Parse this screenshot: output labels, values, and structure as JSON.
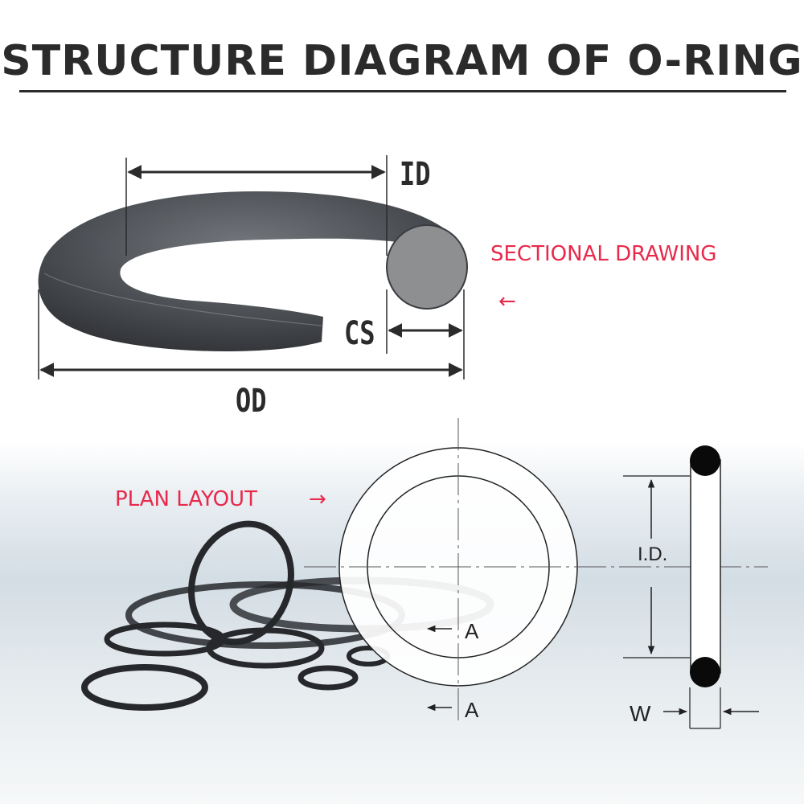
{
  "title": "STRUCTURE DIAGRAM OF O-RING",
  "sectional": {
    "id_label": "ID",
    "cs_label": "CS",
    "od_label": "OD",
    "callout": "SECTIONAL DRAWING",
    "callout_arrow": "←"
  },
  "plan": {
    "callout": "PLAN LAYOUT",
    "callout_arrow": "→",
    "id_label": "I.D.",
    "section_label_1": "A",
    "section_label_2": "A",
    "width_label": "W"
  },
  "colors": {
    "accent": "#e8294c",
    "ring_rubber": "#4a4d52",
    "section_face": "#8d8f91",
    "text_dark": "#2b2b2b"
  }
}
